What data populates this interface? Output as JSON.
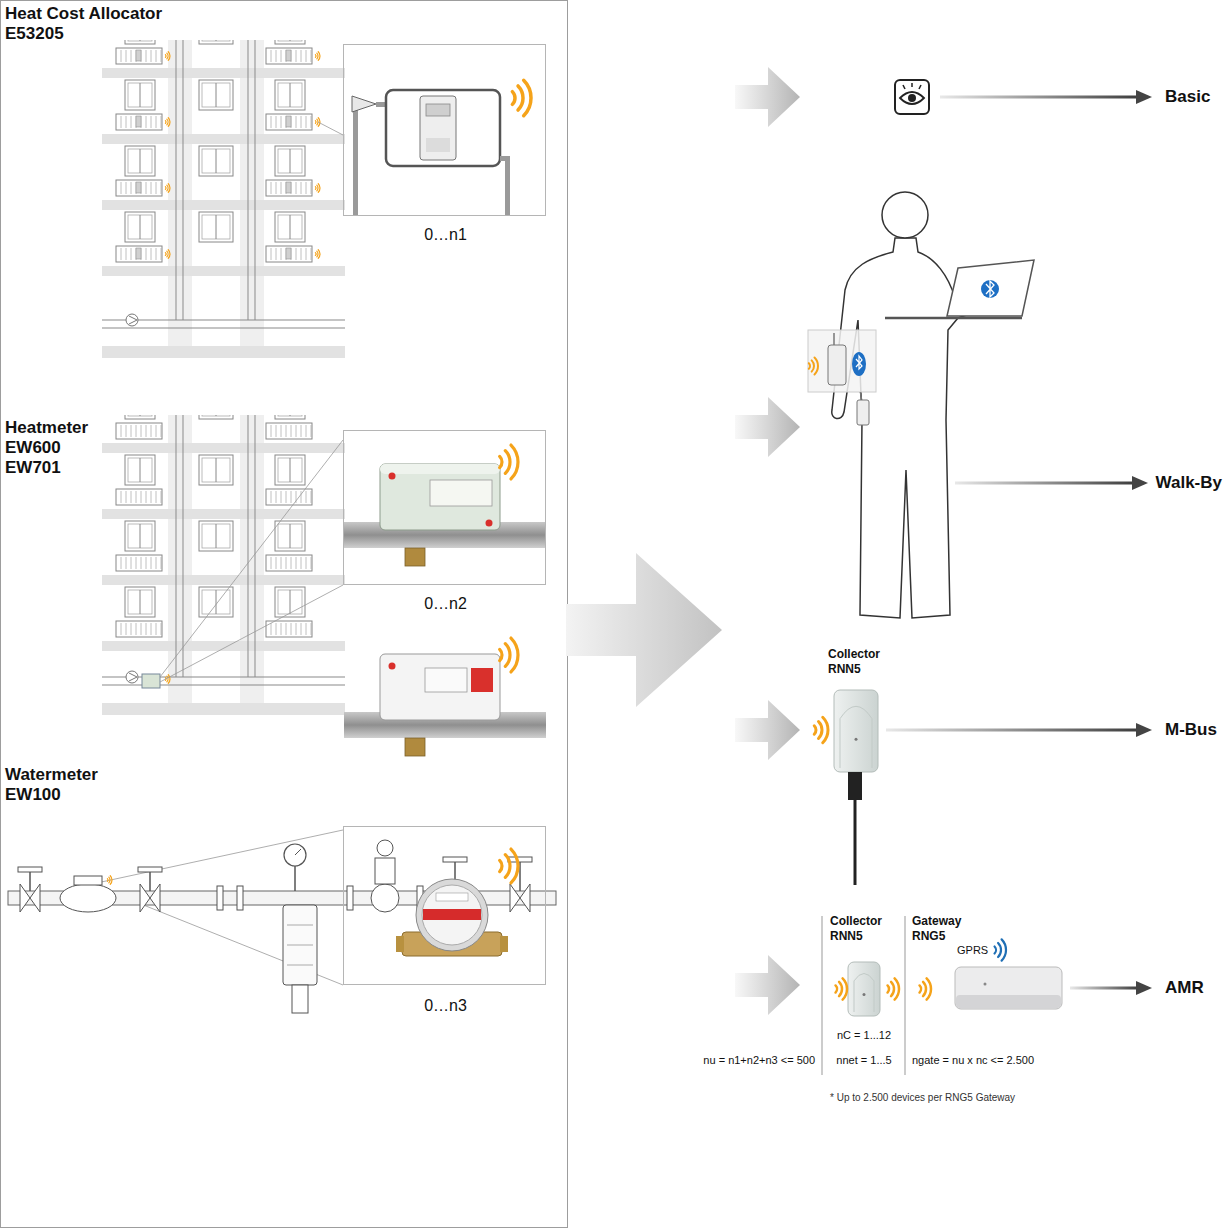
{
  "diagram": {
    "nodes": [
      {
        "text": [
          "0…n1"
        ]
      },
      {
        "text": [
          "0…n2"
        ]
      },
      {
        "text": [
          "0…n3"
        ]
      },
      {
        "text": [
          "Collector RNN5"
        ]
      },
      {
        "text": [
          "Collector RNN5",
          "nC = 1...12",
          "nnet = 1...5"
        ]
      },
      {
        "text": [
          "Gateway RNG5",
          "GPRS",
          "ngate = nu x nc <= 2.500"
        ]
      }
    ],
    "labels": [
      "Heat Cost Allocator E53205",
      "Heatmeter EW600 EW701",
      "Watermeter EW100",
      "Basic",
      "Walk-By",
      "M-Bus",
      "AMR",
      "nu = n1+n2+n3 <= 500",
      "* Up to 2.500 devices per RNG5 Gateway"
    ]
  }
}
